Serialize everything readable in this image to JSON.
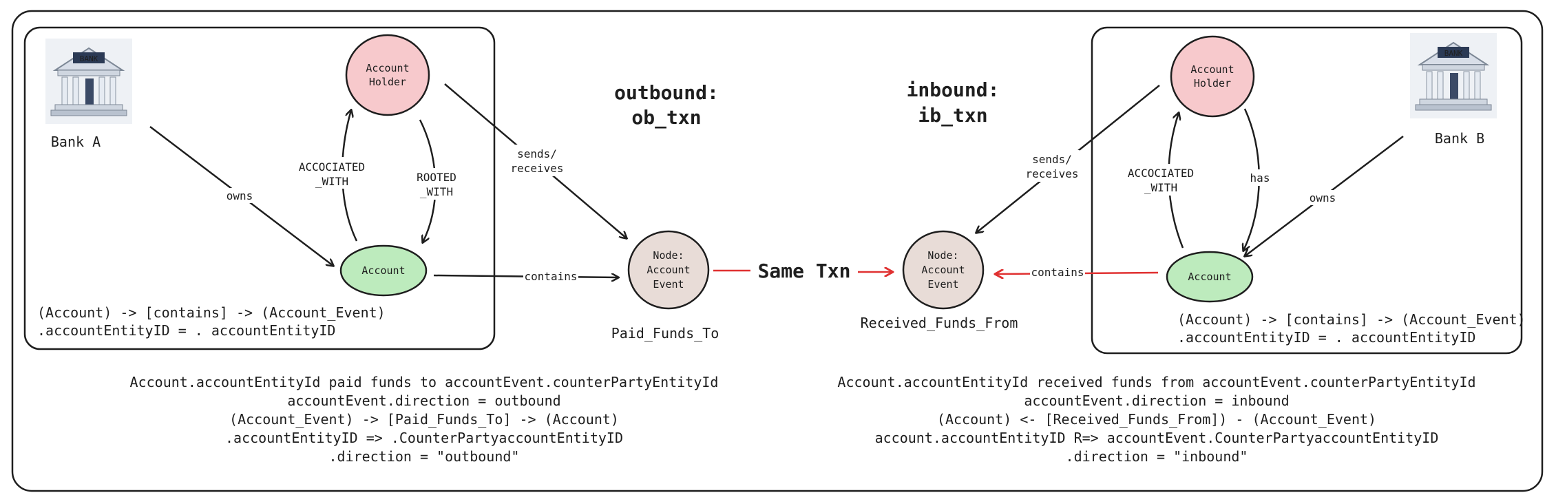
{
  "left_bank": {
    "name": "Bank A",
    "bank_sign": "BANK"
  },
  "right_bank": {
    "name": "Bank B",
    "bank_sign": "BANK"
  },
  "left": {
    "holder": [
      "Account",
      "Holder"
    ],
    "account": "Account",
    "edge_owns": "owns",
    "edge_associated": [
      "ACCOCIATED",
      "_WITH"
    ],
    "edge_rooted": [
      "ROOTED",
      "_WITH"
    ],
    "edge_sends": [
      "sends/",
      "receives"
    ],
    "edge_contains": "contains",
    "box_text": [
      "(Account) -> [contains] -> (Account_Event)",
      ".accountEntityID  = . accountEntityID"
    ]
  },
  "right": {
    "holder": [
      "Account",
      "Holder"
    ],
    "account": "Account",
    "edge_owns": "owns",
    "edge_associated": [
      "ACCOCIATED",
      "_WITH"
    ],
    "edge_has": "has",
    "edge_sends": [
      "sends/",
      "receives"
    ],
    "edge_contains": "contains",
    "box_text": [
      "(Account) -> [contains] -> (Account_Event)",
      ".accountEntityID  = . accountEntityID"
    ]
  },
  "event_left": {
    "lines": [
      "Node:",
      "Account",
      "Event"
    ],
    "caption": "Paid_Funds_To"
  },
  "event_right": {
    "lines": [
      "Node:",
      "Account",
      "Event"
    ],
    "caption": "Received_Funds_From"
  },
  "same_txn": "Same Txn",
  "outbound_title": [
    "outbound:",
    "ob_txn"
  ],
  "inbound_title": [
    "inbound:",
    "ib_txn"
  ],
  "bottom_left": [
    "Account.accountEntityId paid funds to accountEvent.counterPartyEntityId",
    "accountEvent.direction = outbound",
    "(Account_Event) -> [Paid_Funds_To] -> (Account)",
    ".accountEntityID => .CounterPartyaccountEntityID",
    ".direction = \"outbound\""
  ],
  "bottom_right": [
    "Account.accountEntityId received funds from accountEvent.counterPartyEntityId",
    "accountEvent.direction = inbound",
    "(Account) <- [Received_Funds_From]) - (Account_Event)",
    "account.accountEntityID R=> accountEvent.CounterPartyaccountEntityID",
    ".direction = \"inbound\""
  ],
  "colors": {
    "holder_fill": "#f7c9cc",
    "account_fill": "#bdebbd",
    "event_fill": "#e8dcd7",
    "stroke": "#1e1e1e",
    "red_edge": "#e03131"
  }
}
